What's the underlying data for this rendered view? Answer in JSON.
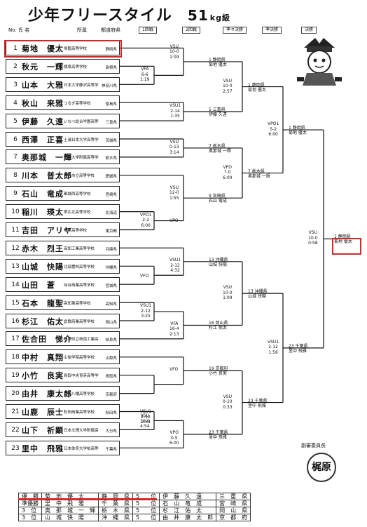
{
  "title": "少年フリースタイル",
  "weight_class": "51",
  "weight_unit": "kg級",
  "header": {
    "no_name": "No.  氏    名",
    "school": "所属",
    "pref": "都道府県",
    "round1": "1回戦",
    "round2": "2回戦",
    "quarter": "準々決勝",
    "semi": "準決勝",
    "final": "決勝"
  },
  "entries": [
    {
      "no": "1",
      "name": "菊地　優太",
      "school": "飛龍高等学校",
      "pref": "静岡県"
    },
    {
      "no": "2",
      "name": "秋元　一輝",
      "school": "關泉高等学校",
      "pref": "島根県"
    },
    {
      "no": "3",
      "name": "山本　大雅",
      "school": "日本大学藤沢高等学校",
      "pref": "神奈川県"
    },
    {
      "no": "4",
      "name": "秋山　来雅",
      "school": "つるぎ高等学校",
      "pref": "徳島県"
    },
    {
      "no": "5",
      "name": "伊藤　久遠",
      "school": "いなべ総合学園高等学校",
      "pref": "三重県"
    },
    {
      "no": "6",
      "name": "西澤　正喜",
      "school": "土浦日本大学高等学校",
      "pref": "茨城県"
    },
    {
      "no": "7",
      "name": "奥那城　一輝",
      "school": "足利大学附属高等学校",
      "pref": "栃木県"
    },
    {
      "no": "8",
      "name": "川本　普太郎",
      "school": "今治市立高等学校",
      "pref": "愛媛県"
    },
    {
      "no": "9",
      "name": "石山　竜成",
      "school": "都城西高等学校",
      "pref": "宮崎県"
    },
    {
      "no": "10",
      "name": "稲川　瑛太",
      "school": "帯広北高等学校",
      "pref": "北海道"
    },
    {
      "no": "11",
      "name": "吉田　アリヤ",
      "school": "帝京高等学校",
      "pref": "東京都"
    },
    {
      "no": "12",
      "name": "赤木　烈王",
      "school": "高知工業高等学校",
      "pref": "兵庫県"
    },
    {
      "no": "13",
      "name": "山城　快陽",
      "school": "北部農林高等学校",
      "pref": "沖縄県"
    },
    {
      "no": "14",
      "name": "山田　蒼",
      "school": "仙台商業高等学校",
      "pref": "宮城県"
    },
    {
      "no": "15",
      "name": "石本　龍聖",
      "school": "高知東高等学校",
      "pref": "高知県"
    },
    {
      "no": "16",
      "name": "杉江　佑太",
      "school": "倉敷商業高等学校",
      "pref": "岡山県"
    },
    {
      "no": "17",
      "name": "佐合田　悌介",
      "school": "岐阜県立岐南工業高等学校",
      "pref": "岐阜県"
    },
    {
      "no": "18",
      "name": "中村　真翔",
      "school": "山梨学院高等学校",
      "pref": "山梨県"
    },
    {
      "no": "19",
      "name": "小竹　良実",
      "school": "鳥取中央育英高等学校",
      "pref": "鳥取県"
    },
    {
      "no": "20",
      "name": "由井　康太郎",
      "school": "京都八幡高等学校",
      "pref": "京都府"
    },
    {
      "no": "21",
      "name": "山鹿　辰士",
      "school": "秋田商業高等学校",
      "pref": "秋田県"
    },
    {
      "no": "22",
      "name": "山下　祈顕",
      "school": "日本文理大学附属高等学校",
      "pref": "大分県"
    },
    {
      "no": "23",
      "name": "里中　飛雅",
      "school": "日本体育大学柏高等学校",
      "pref": "千葉県"
    }
  ],
  "results": [
    "VSU\n10-0\n1:09",
    "VFA\n6-6\n1:19",
    "VSU1\n2-14\n1:35",
    "VSU\n0-13\n3:14",
    "VSU\n12-0\n1:55",
    "VPO1\n2-2\n6:00",
    "VPO",
    "VSU1\n2-12\n4:32",
    "VFO",
    "VSU1\n2-12\n3:25",
    "VFA\n16-4\n2:13",
    "VFO",
    "VSU1\n2-12\n2:54",
    "VSU\n10-0\n4:54",
    "VPO\n0-5\n6:00",
    "VSU\n10-0\n2:57",
    "VPO\n7-0\n6:00",
    "VSU\n10-0\n1:09",
    "VSU\n0-10\n0:33",
    "VPO1\n5-2\n6:00",
    "VSU1\n2-12\n1:56",
    "VSU\n10-0\n0:58"
  ],
  "winner_boxes": [
    "1 静岡県\n菊地 優太",
    "5 三重県\n伊藤 久遠",
    "7 栃木県\n奥那城 一輝",
    "9 宮崎県\n石山 竜成",
    "13 沖縄県\n山城 快陽",
    "16 岡山県\n杉江 佑太",
    "19 京都府\n小竹 良実",
    "23 千葉県\n里中 飛雅",
    "1 静岡県\n菊地 優太",
    "7 栃木県\n奥那城 一輝",
    "13 沖縄県\n山城 快陽",
    "23 千葉県\n里中 飛雅",
    "1 静岡県\n菊地 優太",
    "23 千葉県\n里中 飛雅",
    "1 静岡県\n菊地 優太"
  ],
  "standings": [
    [
      "優　勝",
      "菊　地　優　太",
      "静　岡　県",
      "5　　位",
      "伊　藤　久　遠",
      "三　重　県"
    ],
    [
      "準優勝",
      "里　中　飛　雅",
      "千　葉　県",
      "5　　位",
      "石　山　竜　成",
      "宮　崎　県"
    ],
    [
      "3　位",
      "奥　那　城　一　輝",
      "栃　木　県",
      "5　　位",
      "杉　江　佑　太",
      "岡　山　県"
    ],
    [
      "3　位",
      "山　城　快　陽",
      "沖　縄　県",
      "5　　位",
      "由　井　康　太　郎",
      "京　都　府"
    ]
  ],
  "stamp_label": "副審委員長",
  "stamp": "梶原",
  "accent_color": "#d62728"
}
